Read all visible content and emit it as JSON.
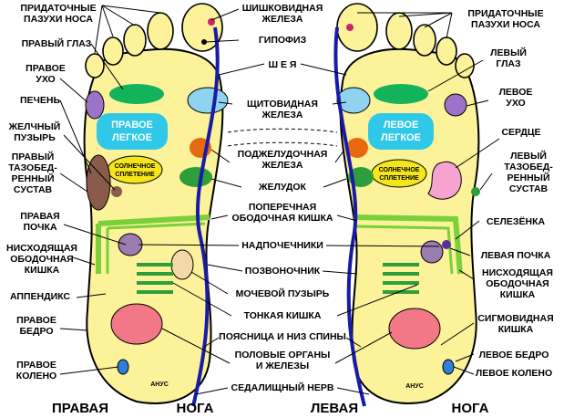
{
  "labels": {
    "sinus_r": [
      "ПРИДАТОЧНЫЕ",
      "ПАЗУХИ НОСА"
    ],
    "sinus_l": [
      "ПРИДАТОЧНЫЕ",
      "ПАЗУХИ НОСА"
    ],
    "pineal": [
      "ШИШКОВИДНАЯ",
      "ЖЕЛЕЗА"
    ],
    "pituitary": "ГИПОФИЗ",
    "neck": "Ш Е Я",
    "thyroid": [
      "ЩИТОВИДНАЯ",
      "ЖЕЛЕЗА"
    ],
    "pancreas": [
      "ПОДЖЕЛУДОЧНАЯ",
      "ЖЕЛЕЗА"
    ],
    "stomach": "ЖЕЛУДОК",
    "colon_t": [
      "ПОПЕРЕЧНАЯ",
      "ОБОДОЧНАЯ КИШКА"
    ],
    "adrenal": "НАДПОЧЕЧНИКИ",
    "spine": "ПОЗВОНОЧНИК",
    "bladder": "МОЧЕВОЙ ПУЗЫРЬ",
    "small_int": "ТОНКАЯ КИШКА",
    "lowback": "ПОЯСНИЦА И НИЗ СПИНЫ",
    "genitals": [
      "ПОЛОВЫЕ ОРГАНЫ",
      "И ЖЕЛЕЗЫ"
    ],
    "sciatic": "СЕДАЛИЩНЫЙ НЕРВ",
    "eye_r": "ПРАВЫЙ ГЛАЗ",
    "ear_r": [
      "ПРАВОЕ",
      "УХО"
    ],
    "liver": "ПЕЧЕНЬ",
    "gallbladder": [
      "ЖЕЛЧНЫЙ",
      "ПУЗЫРЬ"
    ],
    "hip_r": [
      "ПРАВЫЙ",
      "ТАЗОБЕД-",
      "РЕННЫЙ",
      "СУСТАВ"
    ],
    "kidney_r": [
      "ПРАВАЯ",
      "ПОЧКА"
    ],
    "colon_desc_r": [
      "НИСХОДЯЩАЯ",
      "ОБОДОЧНАЯ",
      "КИШКА"
    ],
    "appendix": "АППЕНДИКС",
    "thigh_r": [
      "ПРАВОЕ",
      "БЕДРО"
    ],
    "knee_r": [
      "ПРАВОЕ",
      "КОЛЕНО"
    ],
    "eye_l": [
      "ЛЕВЫЙ",
      "ГЛАЗ"
    ],
    "ear_l": [
      "ЛЕВОЕ",
      "УХО"
    ],
    "heart": "СЕРДЦЕ",
    "hip_l": [
      "ЛЕВЫЙ",
      "ТАЗОБЕД-",
      "РЕННЫЙ",
      "СУСТАВ"
    ],
    "spleen": "СЕЛЕЗЁНКА",
    "kidney_l": "ЛЕВАЯ ПОЧКА",
    "colon_desc_l": [
      "НИСХОДЯЩАЯ",
      "ОБОДОЧНАЯ",
      "КИШКА"
    ],
    "sigmoid": [
      "СИГМОВИДНАЯ",
      "КИШКА"
    ],
    "thigh_l": "ЛЕВОЕ БЕДРО",
    "knee_l": "ЛЕВОЕ КОЛЕНО",
    "lung_r": [
      "ПРАВОЕ",
      "ЛЕГКОЕ"
    ],
    "lung_l": [
      "ЛЕВОЕ",
      "ЛЕГКОЕ"
    ],
    "plexus": [
      "СОЛНЕЧНОЕ",
      "СПЛЕТЕНИЕ"
    ],
    "anus": "АНУС"
  },
  "footer": {
    "right_word": "ПРАВАЯ",
    "right_leg": "НОГА",
    "left_word": "ЛЕВАЯ",
    "left_leg": "НОГА"
  },
  "colors": {
    "foot": "#fbf29a",
    "lung": "#2fc8e8",
    "eye": "#12b35a",
    "ear": "#9b73c7",
    "thyroid": "#8fd3f0",
    "plexus": "#f5e61a",
    "stomach": "#2e9e3a",
    "pancreas": "#e86a10",
    "liver": "#8a5a4a",
    "heart": "#f6a3d0",
    "kidney": "#9b7eb0",
    "colon": "#7ad03a",
    "genital": "#f27888",
    "knee": "#2f7fd8",
    "spine": "#1a1aa8",
    "toe_dot": "#d0206a"
  }
}
